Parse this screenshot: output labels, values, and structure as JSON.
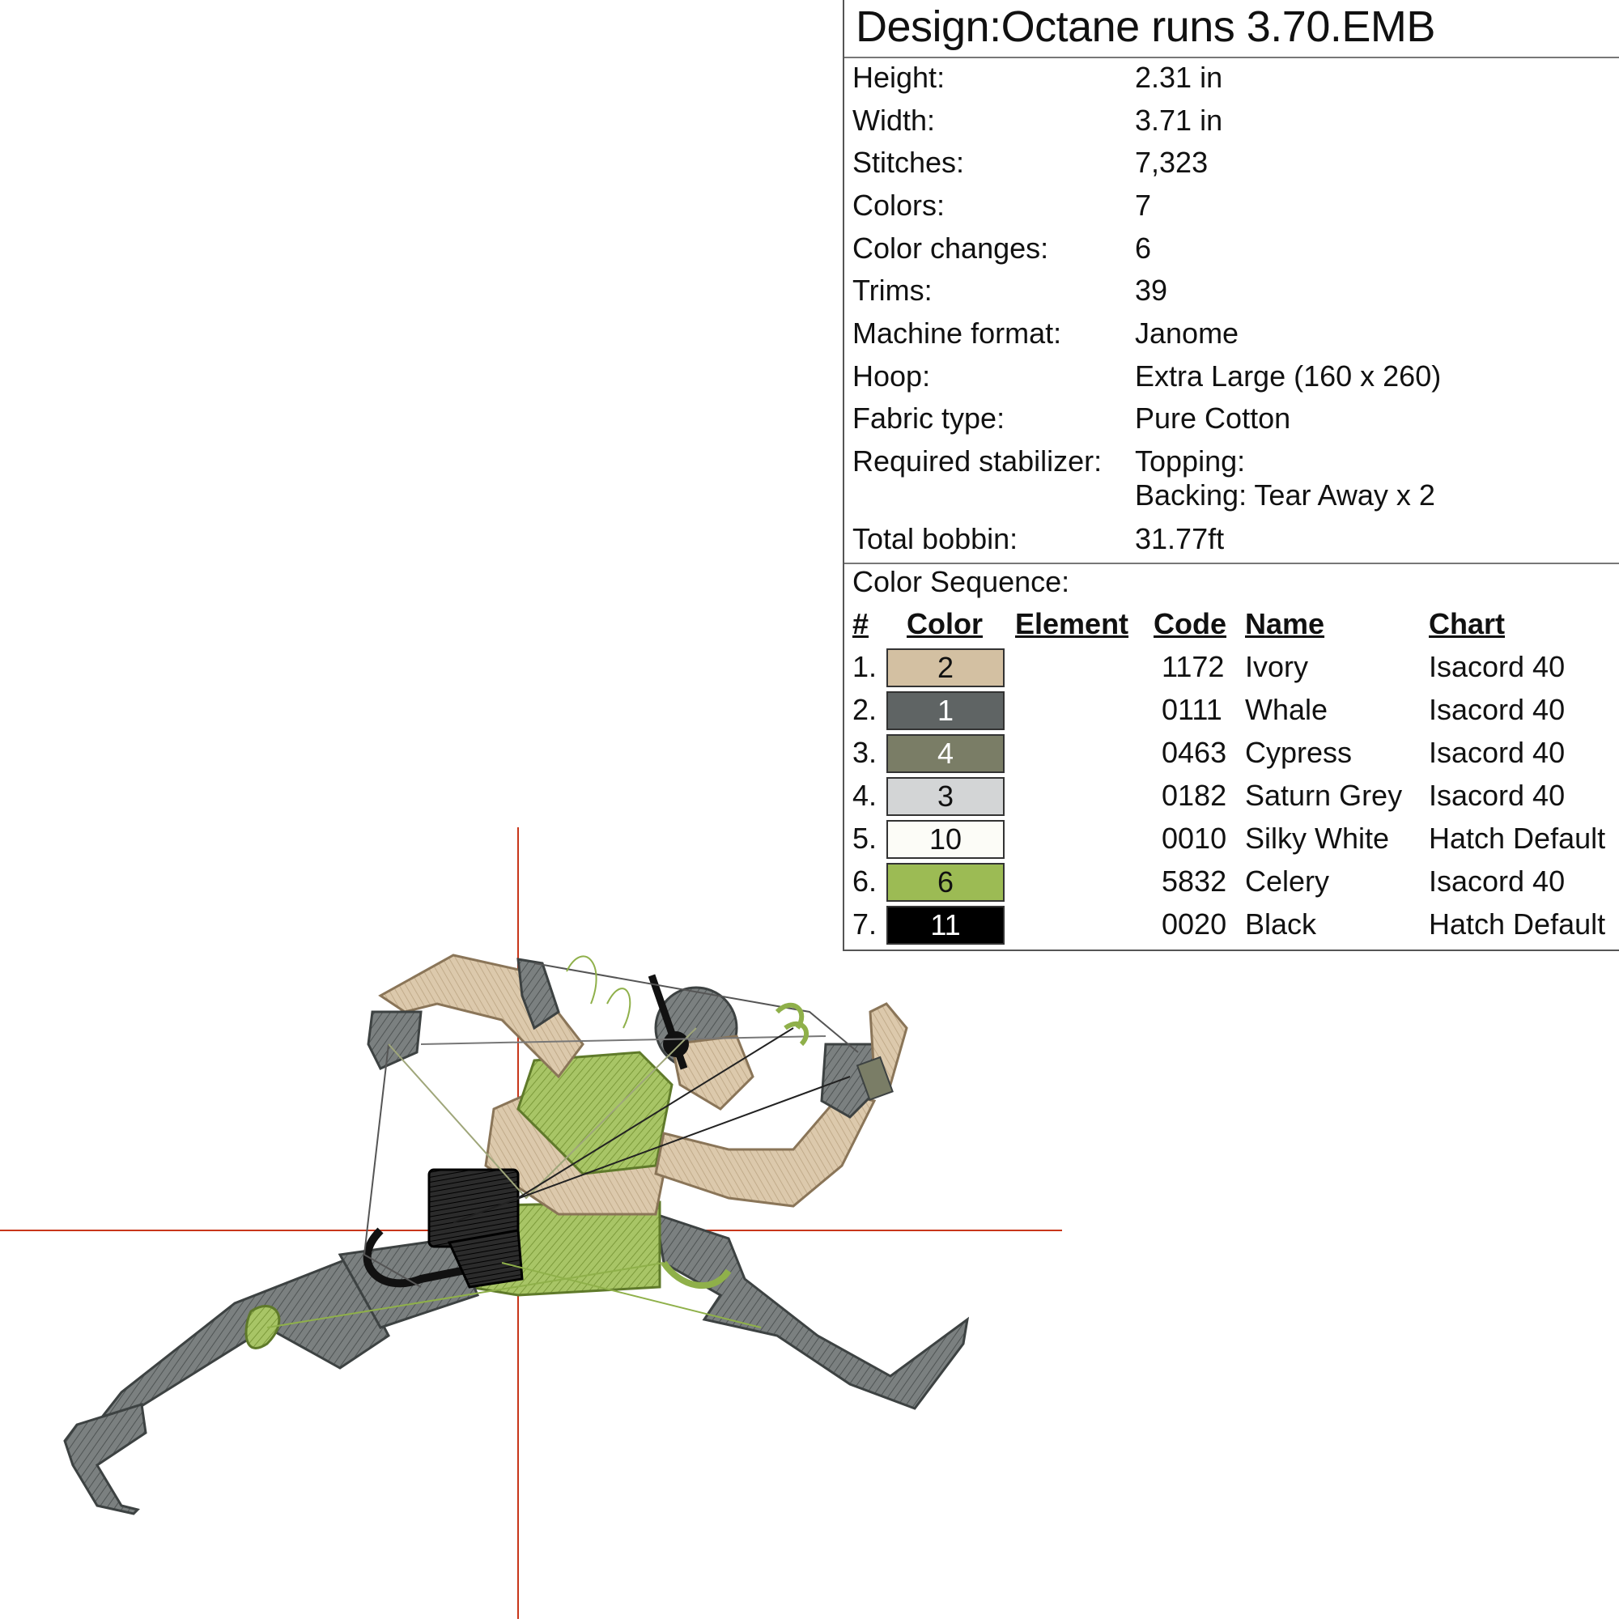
{
  "design": {
    "title": "Design:Octane runs 3.70.EMB",
    "properties": [
      {
        "label": "Height:",
        "value": "2.31 in"
      },
      {
        "label": "Width:",
        "value": "3.71 in"
      },
      {
        "label": "Stitches:",
        "value": "7,323"
      },
      {
        "label": "Colors:",
        "value": "7"
      },
      {
        "label": "Color changes:",
        "value": "6"
      },
      {
        "label": "Trims:",
        "value": "39"
      },
      {
        "label": "Machine format:",
        "value": "Janome"
      },
      {
        "label": "Hoop:",
        "value": "Extra Large (160 x 260)"
      },
      {
        "label": "Fabric type:",
        "value": "Pure Cotton"
      }
    ],
    "stabilizer": {
      "label": "Required stabilizer:",
      "topping": "Topping:",
      "backing": "Backing: Tear Away x 2"
    },
    "bobbin": {
      "label": "Total bobbin:",
      "value": "31.77ft"
    }
  },
  "color_sequence": {
    "title": "Color Sequence:",
    "headers": {
      "num": "#",
      "color": "Color",
      "element": "Element",
      "code": "Code",
      "name": "Name",
      "chart": "Chart"
    },
    "rows": [
      {
        "num": "1.",
        "swatch": "2",
        "hex": "#d3c0a2",
        "text_color": "#111111",
        "code": "1172",
        "name": "Ivory",
        "chart": "Isacord 40"
      },
      {
        "num": "2.",
        "swatch": "1",
        "hex": "#5f6464",
        "text_color": "#ffffff",
        "code": "0111",
        "name": "Whale",
        "chart": "Isacord 40"
      },
      {
        "num": "3.",
        "swatch": "4",
        "hex": "#7a7d66",
        "text_color": "#ffffff",
        "code": "0463",
        "name": "Cypress",
        "chart": "Isacord 40"
      },
      {
        "num": "4.",
        "swatch": "3",
        "hex": "#d3d5d6",
        "text_color": "#111111",
        "code": "0182",
        "name": "Saturn Grey",
        "chart": "Isacord 40"
      },
      {
        "num": "5.",
        "swatch": "10",
        "hex": "#fcfcf7",
        "text_color": "#111111",
        "code": "0010",
        "name": "Silky White",
        "chart": "Hatch Default"
      },
      {
        "num": "6.",
        "swatch": "6",
        "hex": "#9cbb54",
        "text_color": "#111111",
        "code": "5832",
        "name": "Celery",
        "chart": "Isacord 40"
      },
      {
        "num": "7.",
        "swatch": "11",
        "hex": "#000000",
        "text_color": "#ffffff",
        "code": "0020",
        "name": "Black",
        "chart": "Hatch Default"
      }
    ]
  },
  "colors": {
    "crosshair": "#c8361a",
    "panel_border": "#555555"
  }
}
